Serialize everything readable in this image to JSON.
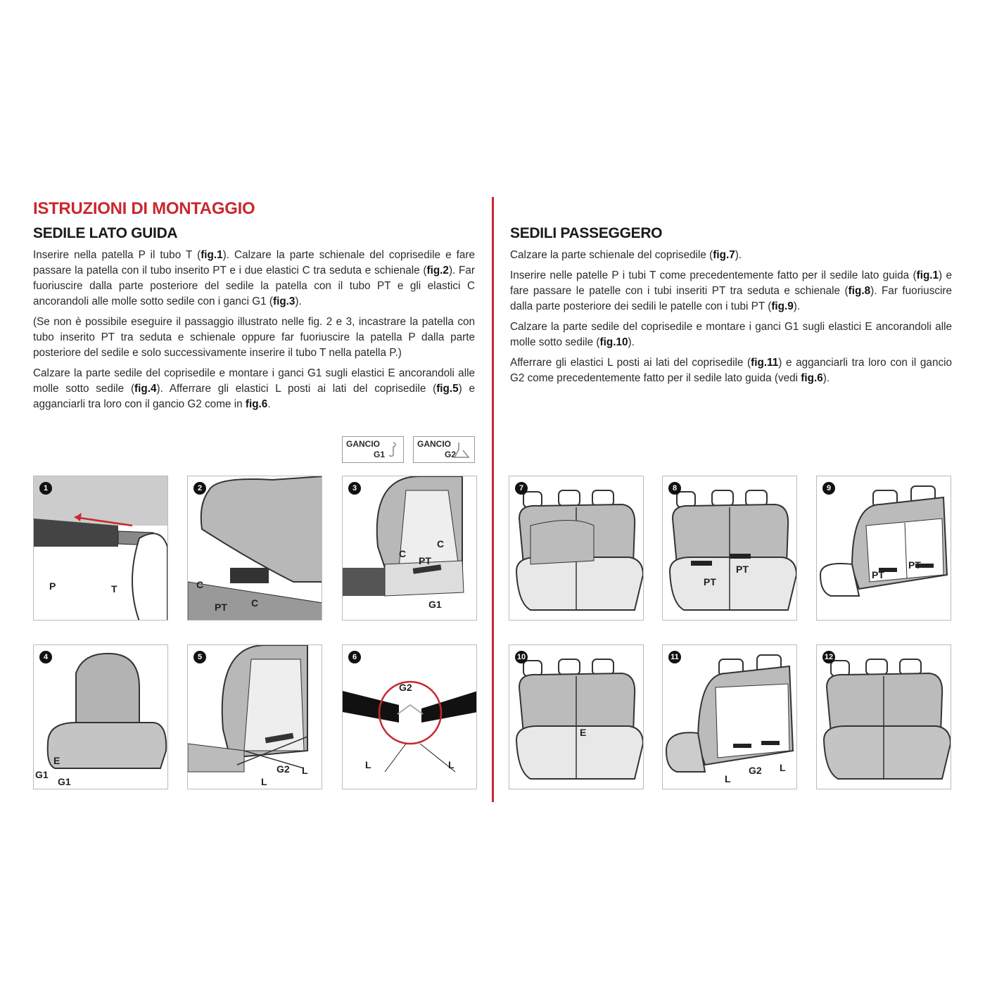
{
  "title": "ISTRUZIONI DI MONTAGGIO",
  "left": {
    "heading": "SEDILE LATO GUIDA",
    "paragraphs": [
      [
        {
          "t": "Inserire nella patella P il tubo T ("
        },
        {
          "t": "fig.1",
          "b": true
        },
        {
          "t": "). Calzare la parte schienale del coprisedile e fare passare la patella con il tubo inserito PT e i due elastici C tra seduta e schienale ("
        },
        {
          "t": "fig.2",
          "b": true
        },
        {
          "t": "). Far fuoriuscire dalla parte posteriore del sedile la patella con il tubo PT e gli elastici C ancorandoli alle molle sotto sedile con i ganci G1 ("
        },
        {
          "t": "fig.3",
          "b": true
        },
        {
          "t": ")."
        }
      ],
      [
        {
          "t": "(Se non è possibile eseguire il passaggio illustrato nelle fig. 2 e 3, incastrare la patella con tubo inserito PT tra seduta e schienale oppure far fuoriuscire la patella P dalla parte posteriore del sedile e solo successivamente inserire il tubo T nella patella P.)"
        }
      ],
      [
        {
          "t": "Calzare la parte sedile del coprisedile e montare i ganci G1 sugli elastici E ancorandoli alle molle sotto sedile ("
        },
        {
          "t": "fig.4",
          "b": true
        },
        {
          "t": "). Afferrare gli elastici L posti ai lati del coprisedile ("
        },
        {
          "t": "fig.5",
          "b": true
        },
        {
          "t": ") e agganciarli tra loro con il gancio G2 come in "
        },
        {
          "t": "fig.6",
          "b": true
        },
        {
          "t": "."
        }
      ]
    ],
    "gancio": [
      {
        "label": "GANCIO",
        "code": "G1"
      },
      {
        "label": "GANCIO",
        "code": "G2"
      }
    ]
  },
  "right": {
    "heading": "SEDILI PASSEGGERO",
    "paragraphs": [
      [
        {
          "t": "Calzare la parte schienale del coprisedile ("
        },
        {
          "t": "fig.7",
          "b": true
        },
        {
          "t": ")."
        }
      ],
      [
        {
          "t": "Inserire nelle patelle P i tubi T come precedentemente fatto per il sedile lato guida ("
        },
        {
          "t": "fig.1",
          "b": true
        },
        {
          "t": ") e fare passare le patelle con i tubi inseriti PT tra seduta e schienale ("
        },
        {
          "t": "fig.8",
          "b": true
        },
        {
          "t": "). Far fuoriuscire dalla parte posteriore dei sedili le patelle con i tubi PT ("
        },
        {
          "t": "fig.9",
          "b": true
        },
        {
          "t": ")."
        }
      ],
      [
        {
          "t": "Calzare la parte sedile del coprisedile e montare i ganci G1 sugli elastici E ancorandoli alle molle sotto sedile ("
        },
        {
          "t": "fig.10",
          "b": true
        },
        {
          "t": ")."
        }
      ],
      [
        {
          "t": "Afferrare gli elastici L posti ai lati del coprisedile ("
        },
        {
          "t": "fig.11",
          "b": true
        },
        {
          "t": ") e agganciarli tra loro con il gancio G2 come precedentemente fatto per il sedile lato guida (vedi "
        },
        {
          "t": "fig.6",
          "b": true
        },
        {
          "t": ")."
        }
      ]
    ]
  },
  "figures": [
    {
      "num": "1",
      "labels": [
        "P",
        "T"
      ]
    },
    {
      "num": "2",
      "labels": [
        "C",
        "PT",
        "C"
      ]
    },
    {
      "num": "3",
      "labels": [
        "C",
        "PT",
        "C",
        "G1"
      ]
    },
    {
      "num": "4",
      "labels": [
        "E",
        "G1",
        "G1"
      ]
    },
    {
      "num": "5",
      "labels": [
        "L",
        "G2",
        "L"
      ]
    },
    {
      "num": "6",
      "labels": [
        "G2",
        "L",
        "L"
      ]
    },
    {
      "num": "7",
      "labels": []
    },
    {
      "num": "8",
      "labels": [
        "PT",
        "PT"
      ]
    },
    {
      "num": "9",
      "labels": [
        "PT",
        "PT"
      ]
    },
    {
      "num": "10",
      "labels": [
        "E"
      ]
    },
    {
      "num": "11",
      "labels": [
        "L",
        "G2",
        "L"
      ]
    },
    {
      "num": "12",
      "labels": []
    }
  ],
  "colors": {
    "accent": "#c8282e",
    "seat": "#a9a9a9"
  }
}
